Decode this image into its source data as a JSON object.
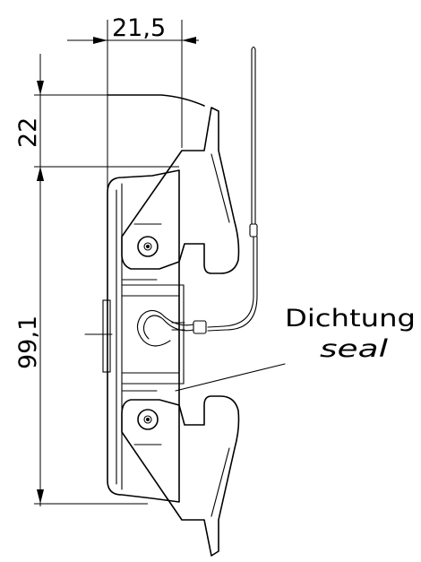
{
  "dimensions": {
    "width_label": "21,5",
    "top_label": "22",
    "height_label": "99,1"
  },
  "callout": {
    "label_de": "Dichtung",
    "label_en": "seal"
  }
}
